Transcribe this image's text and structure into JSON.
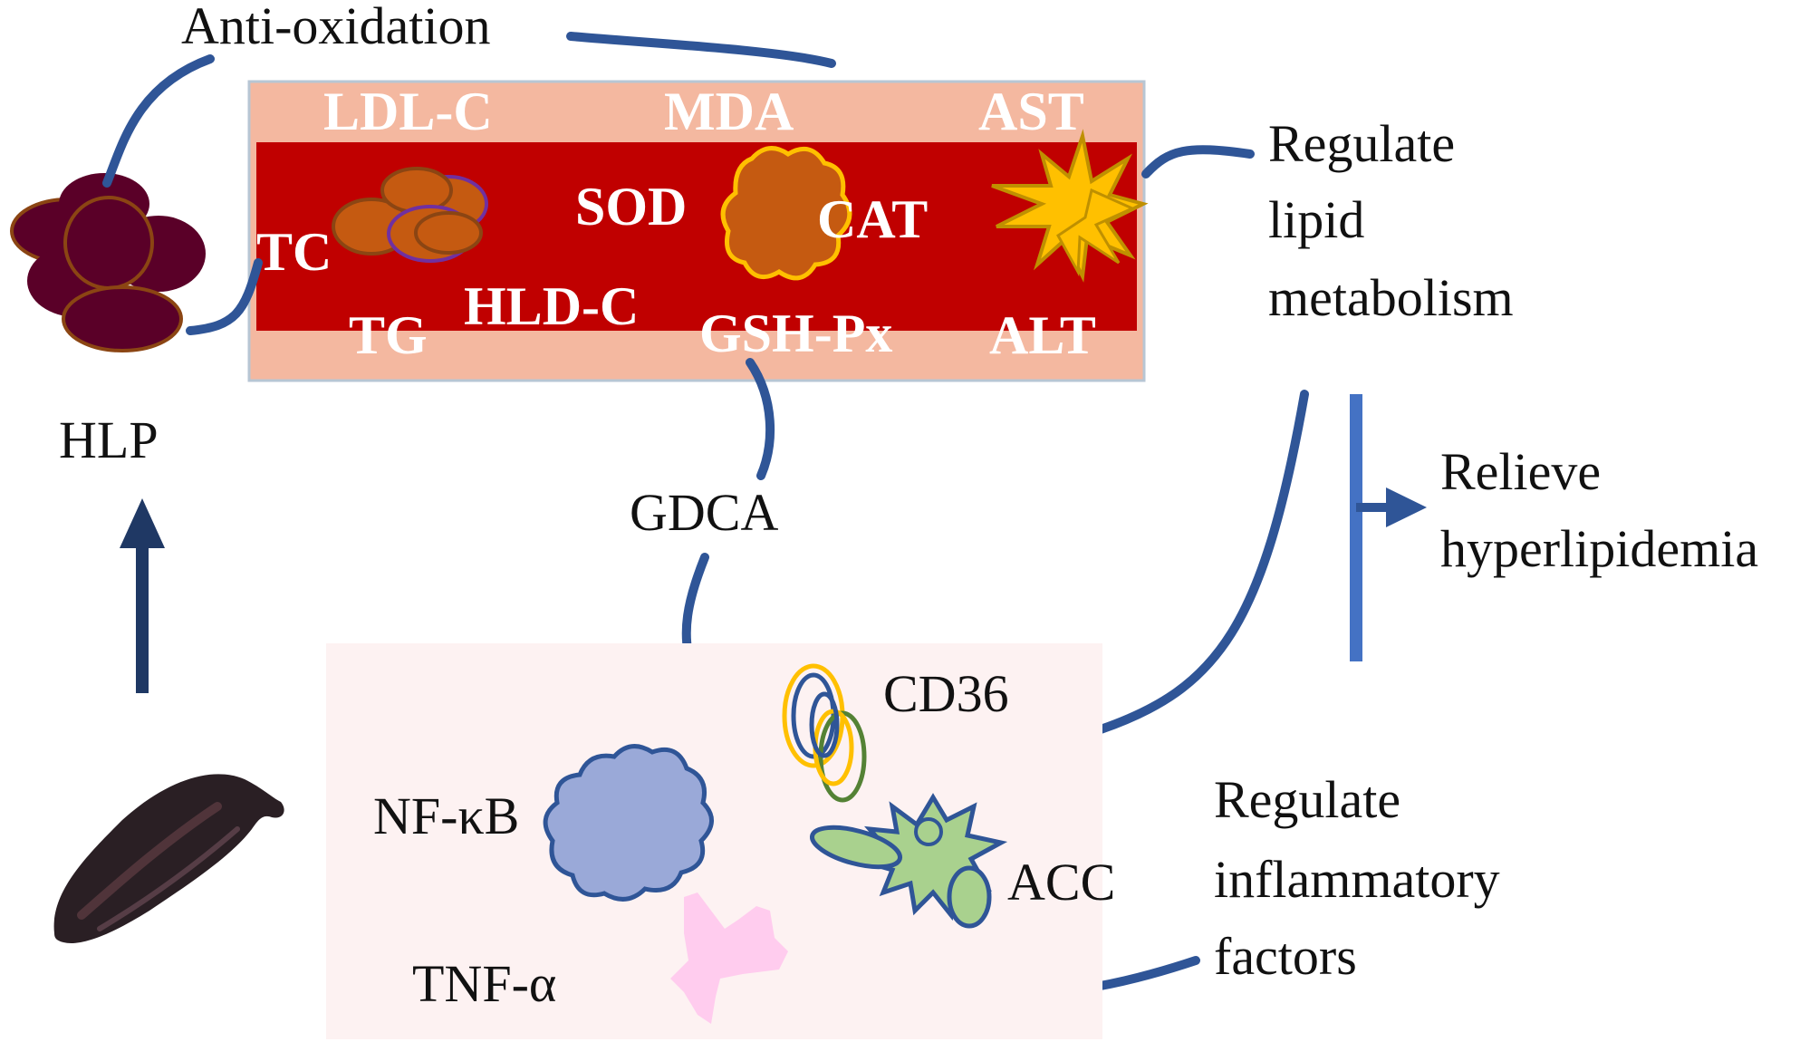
{
  "labels": {
    "anti_oxidation": "Anti-oxidation",
    "hlp": "HLP",
    "gdca": "GDCA",
    "regulate_lipid": [
      "Regulate",
      "lipid",
      "metabolism"
    ],
    "relieve": [
      "Relieve",
      "hyperlipidemia"
    ],
    "regulate_inflammatory": [
      "Regulate",
      "inflammatory",
      "factors"
    ]
  },
  "vessel_markers": {
    "ldl_c": "LDL-C",
    "mda": "MDA",
    "ast": "AST",
    "tc": "TC",
    "sod": "SOD",
    "cat": "CAT",
    "tg": "TG",
    "hld_c": "HLD-C",
    "gsh_px": "GSH-Px",
    "alt": "ALT"
  },
  "cell_factors": {
    "cd36": "CD36",
    "nf_kb": "NF-κB",
    "acc": "ACC",
    "tnf_a": "TNF-α"
  },
  "colors": {
    "connector": "#2f5597",
    "arrow": "#1f3864",
    "vessel_outer": "#f4b8a0",
    "vessel_inner": "#c00000",
    "cell_panel": "#fdf2f2"
  }
}
